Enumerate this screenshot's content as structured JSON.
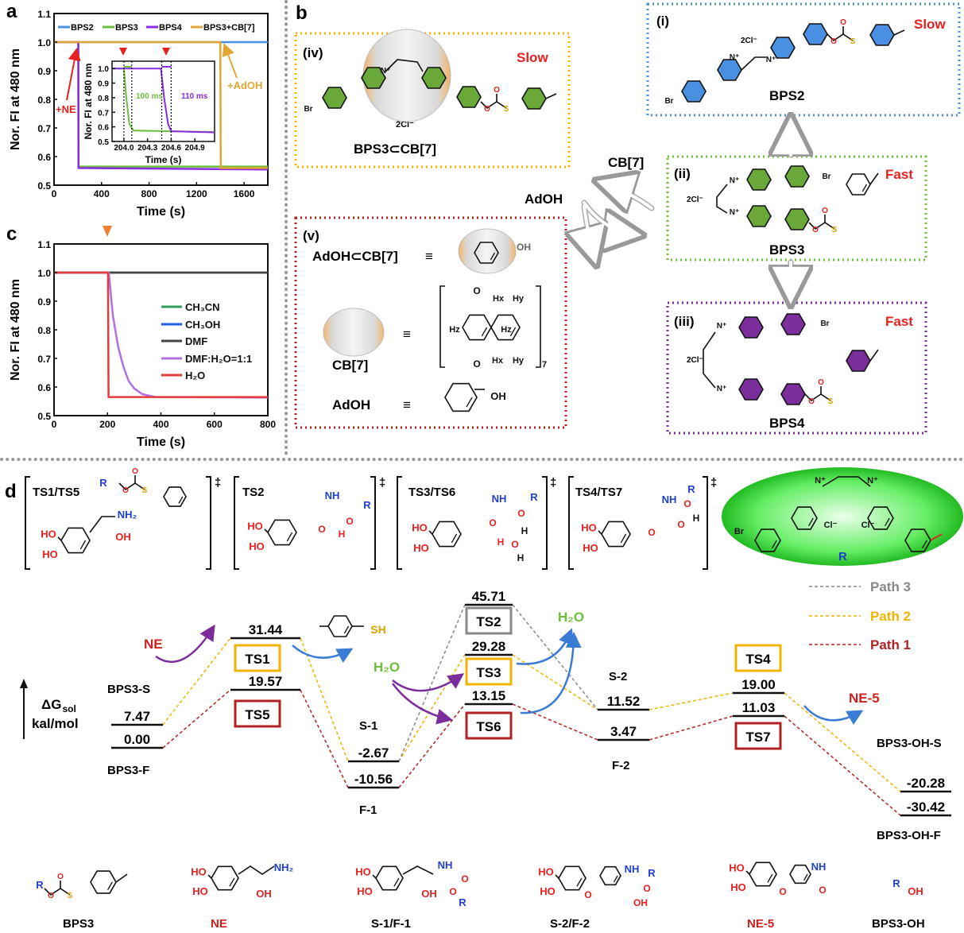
{
  "panel_labels": {
    "a": "a",
    "b": "b",
    "c": "c",
    "d": "d"
  },
  "colors": {
    "BPS2": "#4a90e2",
    "BPS3": "#6cbf3a",
    "BPS4": "#8a2be2",
    "BPS3+CB[7]": "#e0a830",
    "CH3CN": "#2ca05a",
    "CH3OH": "#1f5fe0",
    "DMF": "#444444",
    "DMF:H2O=1:1": "#b070e0",
    "H2O": "#e83a3a",
    "path1": "#b22222",
    "path2": "#f0b400",
    "path3": "#888888",
    "box_i": "#4a90e2",
    "box_ii": "#6cbf3a",
    "box_iii": "#7b2d9b",
    "box_iv": "#f0b400",
    "box_v": "#b22222",
    "ring_blue": "#4a90e2",
    "ring_green": "#6aa83a",
    "ring_purple": "#7b2d9b",
    "ellipse_green": "#55e055"
  },
  "chart_data": [
    {
      "panel": "a",
      "type": "line",
      "title": "",
      "xlabel": "Time (s)",
      "ylabel": "Nor. FI at 480 nm",
      "xlim": [
        0,
        1800
      ],
      "ylim": [
        0.5,
        1.1
      ],
      "xticks": [
        "0",
        "400",
        "800",
        "1200",
        "1600"
      ],
      "yticks": [
        "0.5",
        "0.6",
        "0.7",
        "0.8",
        "0.9",
        "1.0",
        "1.1"
      ],
      "grid": false,
      "legend_position": "top",
      "annotations": [
        "+NE",
        "+AdOH"
      ],
      "series": [
        {
          "name": "BPS2",
          "points": [
            [
              0,
              1.0
            ],
            [
              1800,
              1.0
            ]
          ]
        },
        {
          "name": "BPS3",
          "points": [
            [
              0,
              1.0
            ],
            [
              204,
              1.0
            ],
            [
              206,
              0.565
            ],
            [
              1800,
              0.565
            ]
          ]
        },
        {
          "name": "BPS4",
          "points": [
            [
              0,
              1.0
            ],
            [
              204,
              1.0
            ],
            [
              206,
              0.56
            ],
            [
              1800,
              0.555
            ]
          ]
        },
        {
          "name": "BPS3+CB[7]",
          "points": [
            [
              0,
              1.0
            ],
            [
              1400,
              1.0
            ],
            [
              1404,
              0.56
            ],
            [
              1800,
              0.56
            ]
          ]
        }
      ],
      "inset": {
        "type": "line",
        "xlabel": "Time (s)",
        "ylabel": "Nor. FI at 480 nm",
        "xlim": [
          203.85,
          205.15
        ],
        "ylim": [
          0.5,
          1.05
        ],
        "xticks": [
          "204.0",
          "204.3",
          "204.6",
          "204.9"
        ],
        "yticks": [
          "0.5",
          "0.6",
          "0.7",
          "0.8",
          "0.9",
          "1.0"
        ],
        "annotations": [
          "100 ms",
          "110 ms"
        ],
        "series": [
          {
            "name": "BPS3",
            "points": [
              [
                203.85,
                1.0
              ],
              [
                204.0,
                1.0
              ],
              [
                204.03,
                0.8
              ],
              [
                204.07,
                0.62
              ],
              [
                204.12,
                0.575
              ],
              [
                205.15,
                0.565
              ]
            ]
          },
          {
            "name": "BPS4",
            "points": [
              [
                203.85,
                1.0
              ],
              [
                204.47,
                1.0
              ],
              [
                204.51,
                0.8
              ],
              [
                204.56,
                0.62
              ],
              [
                204.6,
                0.57
              ],
              [
                205.15,
                0.562
              ]
            ]
          }
        ]
      }
    },
    {
      "panel": "c",
      "type": "line",
      "title": "",
      "xlabel": "Time (s)",
      "ylabel": "Nor. FI at 480 nm",
      "xlim": [
        0,
        800
      ],
      "ylim": [
        0.5,
        1.1
      ],
      "xticks": [
        "0",
        "200",
        "400",
        "600",
        "800"
      ],
      "yticks": [
        "0.5",
        "0.6",
        "0.7",
        "0.8",
        "0.9",
        "1.0",
        "1.1"
      ],
      "grid": false,
      "legend_position": "center-right",
      "series": [
        {
          "name": "CH3CN",
          "points": [
            [
              0,
              1.0
            ],
            [
              800,
              1.0
            ]
          ]
        },
        {
          "name": "CH3OH",
          "points": [
            [
              0,
              1.0
            ],
            [
              800,
              1.0
            ]
          ]
        },
        {
          "name": "DMF",
          "points": [
            [
              0,
              1.0
            ],
            [
              800,
              1.0
            ]
          ]
        },
        {
          "name": "DMF:H2O=1:1",
          "points": [
            [
              0,
              1.0
            ],
            [
              205,
              1.0
            ],
            [
              220,
              0.85
            ],
            [
              240,
              0.74
            ],
            [
              260,
              0.67
            ],
            [
              280,
              0.62
            ],
            [
              300,
              0.595
            ],
            [
              330,
              0.575
            ],
            [
              380,
              0.565
            ],
            [
              800,
              0.563
            ]
          ]
        },
        {
          "name": "H2O",
          "points": [
            [
              0,
              1.0
            ],
            [
              202,
              1.0
            ],
            [
              204,
              0.565
            ],
            [
              800,
              0.565
            ]
          ]
        }
      ]
    }
  ],
  "legend_a": [
    "BPS2",
    "BPS3",
    "BPS4",
    "BPS3+CB[7]"
  ],
  "legend_c": [
    "CH₃CN",
    "CH₃OH",
    "DMF",
    "DMF:H₂O=1:1",
    "H₂O"
  ],
  "atoms": {
    "Br": "Br",
    "Nplus": "N⁺",
    "O": "O",
    "S": "S",
    "OH": "OH",
    "HO": "HO",
    "NH2": "NH₂",
    "NH": "NH",
    "R": "R",
    "SH": "SH",
    "H": "H",
    "Hx": "Hx",
    "Hy": "Hy",
    "Hz": "Hz",
    "sub7": "7",
    "Cl": "Cl⁻"
  },
  "panel_b": {
    "cb7_label": "CB[7]",
    "adoh_label": "AdOH",
    "iv": {
      "tag": "(iv)",
      "speed": "Slow",
      "counterion": "2Cl⁻",
      "name": "BPS3⊂CB[7]"
    },
    "v": {
      "tag": "(v)",
      "complex": "AdOH⊂CB[7]",
      "equiv": "≡",
      "cb7": "CB[7]",
      "adoh": "AdOH"
    },
    "i": {
      "tag": "(i)",
      "speed": "Slow",
      "counterion": "2Cl⁻",
      "name": "BPS2"
    },
    "ii": {
      "tag": "(ii)",
      "speed": "Fast",
      "counterion": "2Cl⁻",
      "name": "BPS3"
    },
    "iii": {
      "tag": "(iii)",
      "speed": "Fast",
      "counterion": "2Cl⁻",
      "name": "BPS4"
    }
  },
  "panel_d": {
    "ts_boxes": [
      "TS1/TS5",
      "TS2",
      "TS3/TS6",
      "TS4/TS7"
    ],
    "dagger": "‡",
    "r_label": "R",
    "axis_label": "ΔG",
    "axis_sub": "sol",
    "axis_unit": "kal/mol",
    "legend": [
      "Path 3",
      "Path 2",
      "Path 1"
    ],
    "levels": [
      {
        "value": "7.47",
        "path": 2
      },
      {
        "value": "0.00",
        "path": 1
      },
      {
        "value": "31.44",
        "path": 2
      },
      {
        "value": "19.57",
        "path": 1
      },
      {
        "value": "-2.67",
        "path": 2
      },
      {
        "value": "-10.56",
        "path": 1
      },
      {
        "value": "45.71",
        "path": 3
      },
      {
        "value": "29.28",
        "path": 2
      },
      {
        "value": "13.15",
        "path": 1
      },
      {
        "value": "11.52",
        "path": 2
      },
      {
        "value": "3.47",
        "path": 1
      },
      {
        "value": "19.00",
        "path": 2
      },
      {
        "value": "11.03",
        "path": 1
      },
      {
        "value": "-20.28",
        "path": 2
      },
      {
        "value": "-30.42",
        "path": 1
      }
    ],
    "species": {
      "bps3s": "BPS3-S",
      "bps3f": "BPS3-F",
      "s1": "S-1",
      "f1": "F-1",
      "s2": "S-2",
      "f2": "F-2",
      "ohs": "BPS3-OH-S",
      "ohf": "BPS3-OH-F"
    },
    "ts_labels": [
      "TS1",
      "TS5",
      "TS2",
      "TS3",
      "TS6",
      "TS4",
      "TS7"
    ],
    "reagents": {
      "ne": "NE",
      "h2o_in": "H₂O",
      "h2o_out": "H₂O",
      "ne5": "NE-5",
      "sh": "SH"
    },
    "bottom_names": [
      "BPS3",
      "NE",
      "S-1/F-1",
      "S-2/F-2",
      "NE-5",
      "BPS3-OH"
    ]
  }
}
